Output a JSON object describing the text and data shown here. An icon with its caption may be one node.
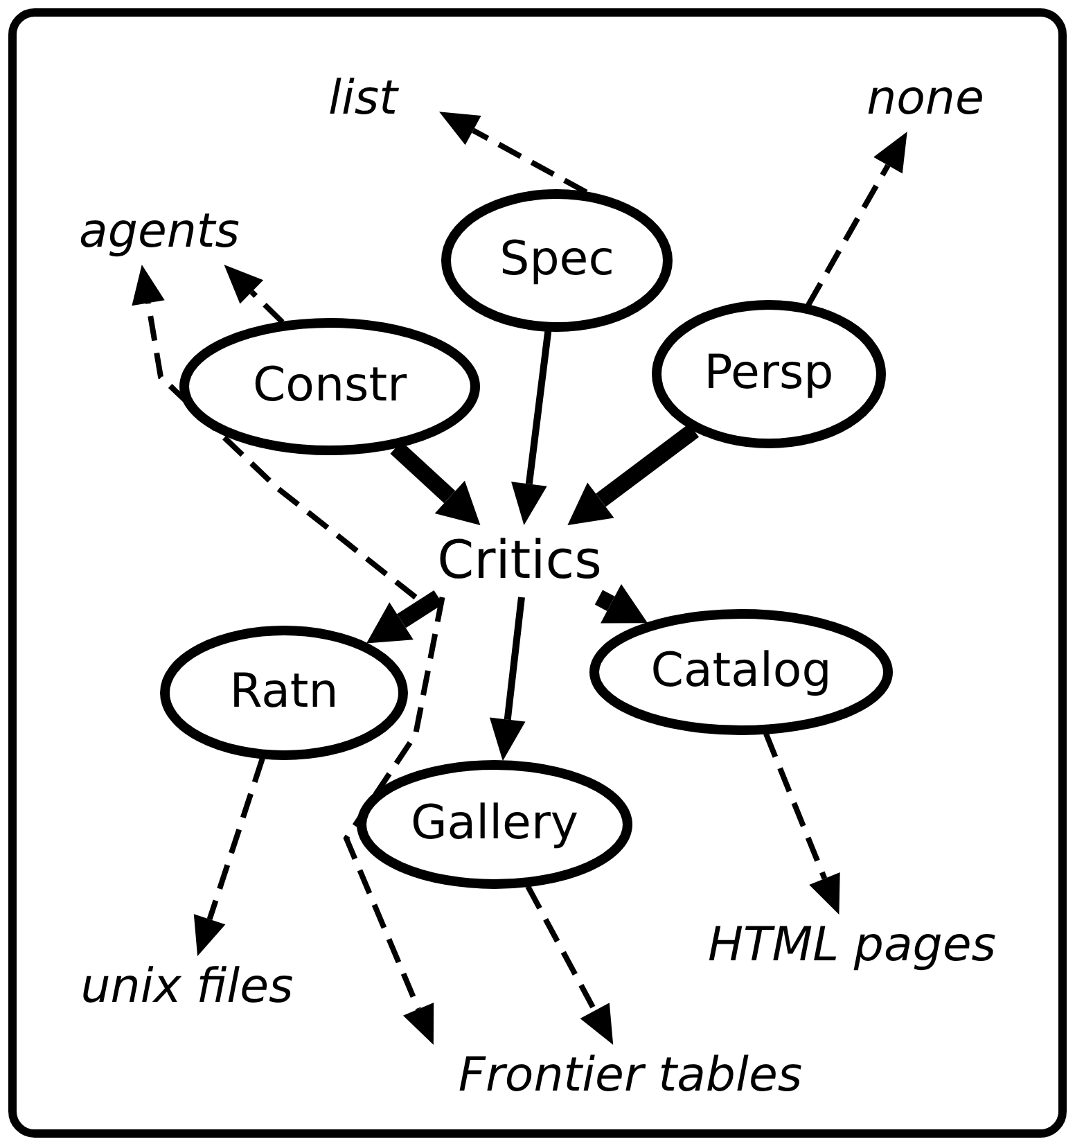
{
  "diagram": {
    "nodes": [
      {
        "text": [
          "list"
        ]
      },
      {
        "text": [
          "none"
        ]
      },
      {
        "text": [
          "agents"
        ]
      },
      {
        "text": [
          "Spec"
        ]
      },
      {
        "text": [
          "Constr"
        ]
      },
      {
        "text": [
          "Persp"
        ]
      },
      {
        "text": [
          "Critics"
        ]
      },
      {
        "text": [
          "Ratn"
        ]
      },
      {
        "text": [
          "Catalog"
        ]
      },
      {
        "text": [
          "Gallery"
        ]
      },
      {
        "text": [
          "HTML pages"
        ]
      },
      {
        "text": [
          "unix files"
        ]
      },
      {
        "text": [
          "Frontier tables"
        ]
      }
    ],
    "edges": [
      {
        "from": 3,
        "to": 0,
        "arrow": "to",
        "style": "dashed"
      },
      {
        "from": 5,
        "to": 1,
        "arrow": "to",
        "style": "dashed"
      },
      {
        "from": 4,
        "to": 2,
        "arrow": "to",
        "style": "dashed"
      },
      {
        "from": 6,
        "to": 2,
        "arrow": "to",
        "style": "dashed"
      },
      {
        "from": 3,
        "to": 6,
        "arrow": "to"
      },
      {
        "from": 4,
        "to": 6,
        "arrow": "to",
        "style": "thick"
      },
      {
        "from": 5,
        "to": 6,
        "arrow": "to",
        "style": "thick"
      },
      {
        "from": 6,
        "to": 7,
        "arrow": "to",
        "style": "thick"
      },
      {
        "from": 6,
        "to": 9,
        "arrow": "to"
      },
      {
        "from": 6,
        "to": 8,
        "arrow": "to",
        "style": "thick"
      },
      {
        "from": 6,
        "to": 12,
        "arrow": "to",
        "style": "dashed"
      },
      {
        "from": 7,
        "to": 11,
        "arrow": "to",
        "style": "dashed"
      },
      {
        "from": 9,
        "to": 12,
        "arrow": "to",
        "style": "dashed"
      },
      {
        "from": 8,
        "to": 10,
        "arrow": "to",
        "style": "dashed"
      }
    ]
  }
}
